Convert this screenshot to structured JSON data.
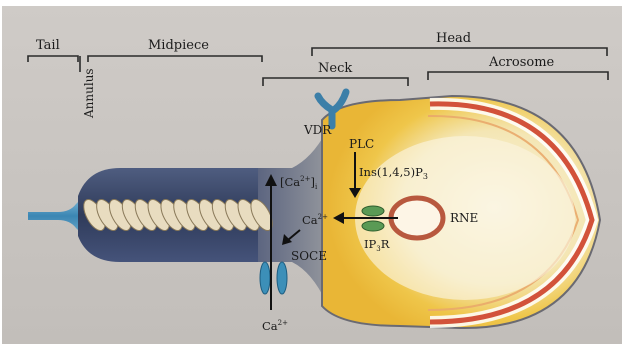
{
  "labels": {
    "tail": "Tail",
    "midpiece": "Midpiece",
    "annulus": "Annulus",
    "head": "Head",
    "neck": "Neck",
    "acrosome": "Acrosome",
    "vdr": "VDR",
    "plc": "PLC",
    "ip3": "Ins(1,4,5)P",
    "ip3_sub": "3",
    "ca_i": "[Ca",
    "ca_i_sup": "2+",
    "ca_i_tail": "]",
    "ca_i_sub": "i",
    "ca_mid": "Ca",
    "ca_mid_sup": "2+",
    "rne": "RNE",
    "ip3r": "IP",
    "ip3r_sub": "3",
    "ip3r_tail": "R",
    "soce": "SOCE",
    "ca_out": "Ca",
    "ca_out_sup": "2+"
  },
  "colors": {
    "page": "#c9c5c1",
    "flagellum": "#3d4a6b",
    "neck_fill": "#8a8e94",
    "head_outline": "#6a6a72",
    "acrosome_yellow": "#f2c23a",
    "acrosome_stripe": "#d2523a",
    "nucleus_light": "#f6ecd2",
    "channel_blue": "#3c8fb8",
    "receptor_green": "#5a9a55",
    "rne_ring": "#b8583e",
    "coil": "#e8dcc0"
  }
}
